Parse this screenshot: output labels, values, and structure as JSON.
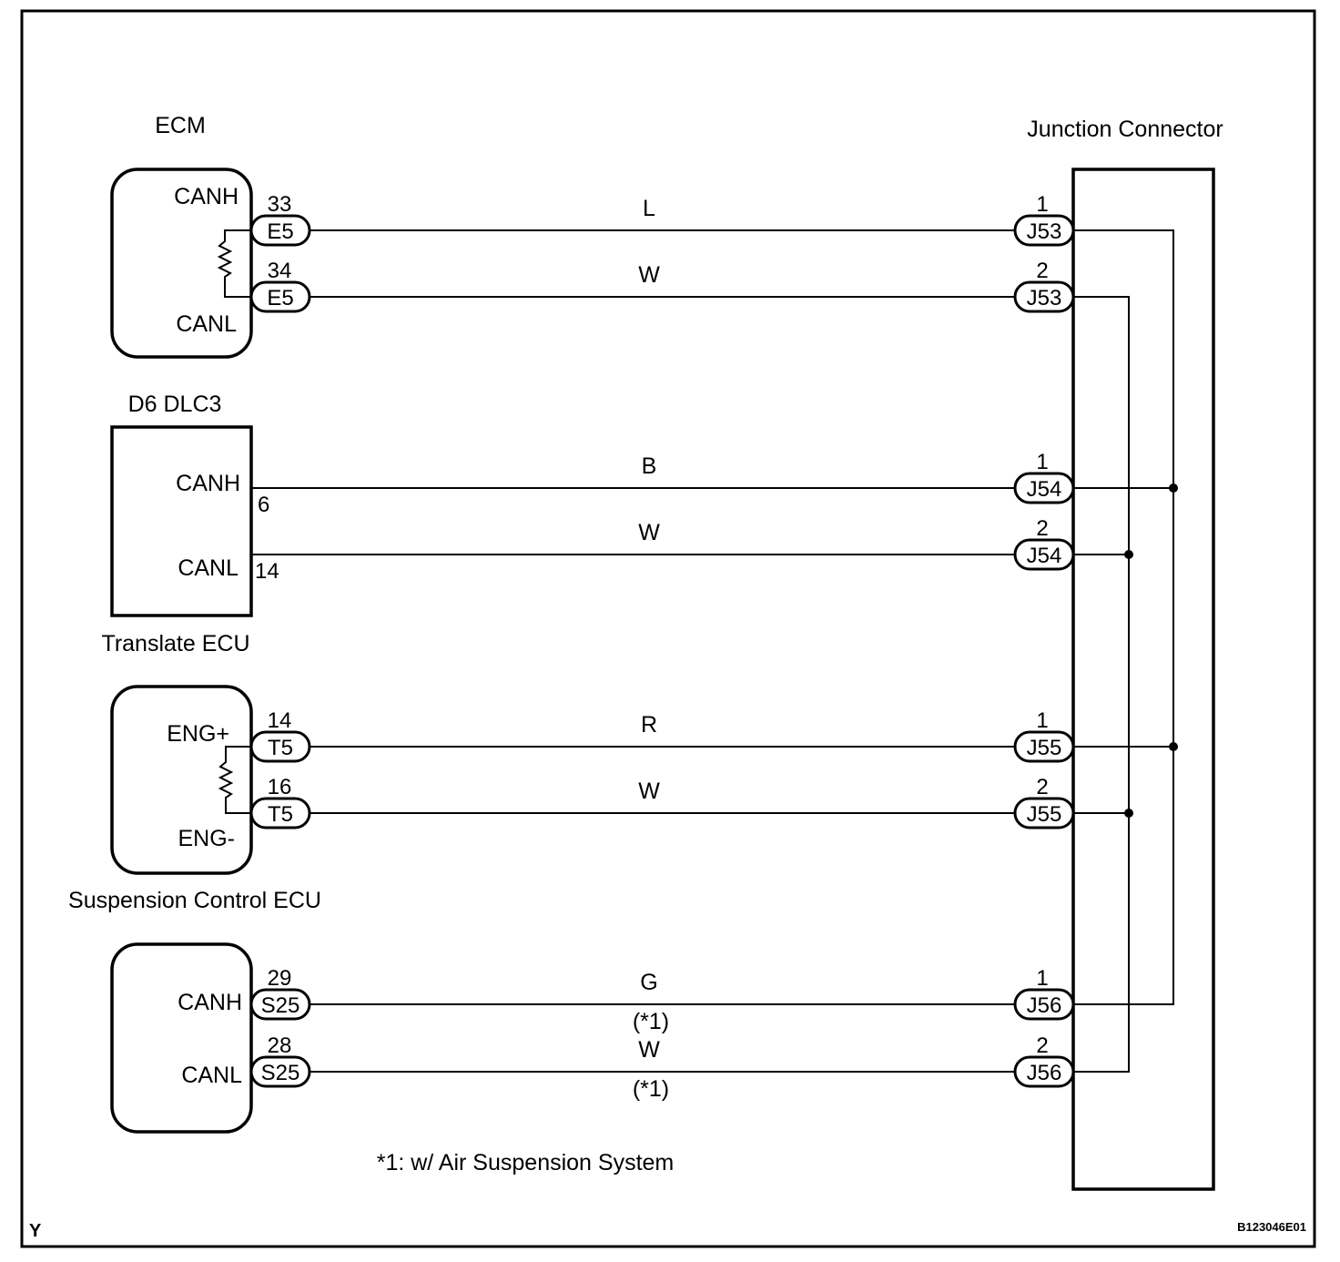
{
  "diagram": {
    "corner_mark": "Y",
    "figure_code": "B123046E01",
    "footnote": "*1: w/ Air Suspension System",
    "junction": {
      "title": "Junction Connector"
    },
    "components": [
      {
        "id": "ecm",
        "title": "ECM",
        "pins": [
          {
            "signal": "CANH",
            "pin": "33",
            "connector": "E5"
          },
          {
            "signal": "CANL",
            "pin": "34",
            "connector": "E5"
          }
        ],
        "has_terminator": true
      },
      {
        "id": "dlc3",
        "title": "D6 DLC3",
        "pins": [
          {
            "signal": "CANH",
            "pin": "6",
            "connector": ""
          },
          {
            "signal": "CANL",
            "pin": "14",
            "connector": ""
          }
        ],
        "has_terminator": false
      },
      {
        "id": "translate-ecu",
        "title": "Translate ECU",
        "pins": [
          {
            "signal": "ENG+",
            "pin": "14",
            "connector": "T5"
          },
          {
            "signal": "ENG-",
            "pin": "16",
            "connector": "T5"
          }
        ],
        "has_terminator": true
      },
      {
        "id": "suspension-ecu",
        "title": "Suspension Control ECU",
        "pins": [
          {
            "signal": "CANH",
            "pin": "29",
            "connector": "S25"
          },
          {
            "signal": "CANL",
            "pin": "28",
            "connector": "S25"
          }
        ],
        "has_terminator": false
      }
    ],
    "wires": [
      {
        "color": "L",
        "note": "",
        "junction_connector": "J53",
        "junction_pin": "1"
      },
      {
        "color": "W",
        "note": "",
        "junction_connector": "J53",
        "junction_pin": "2"
      },
      {
        "color": "B",
        "note": "",
        "junction_connector": "J54",
        "junction_pin": "1"
      },
      {
        "color": "W",
        "note": "",
        "junction_connector": "J54",
        "junction_pin": "2"
      },
      {
        "color": "R",
        "note": "",
        "junction_connector": "J55",
        "junction_pin": "1"
      },
      {
        "color": "W",
        "note": "",
        "junction_connector": "J55",
        "junction_pin": "2"
      },
      {
        "color": "G",
        "note": "(*1)",
        "junction_connector": "J56",
        "junction_pin": "1"
      },
      {
        "color": "W",
        "note": "(*1)",
        "junction_connector": "J56",
        "junction_pin": "2"
      }
    ]
  }
}
